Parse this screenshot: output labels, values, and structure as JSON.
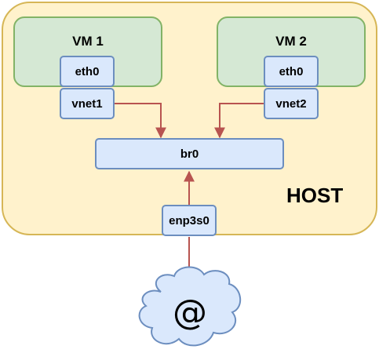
{
  "host": {
    "label": "HOST"
  },
  "vms": [
    {
      "name": "VM 1",
      "guest_nic": "eth0",
      "tap": "vnet1"
    },
    {
      "name": "VM 2",
      "guest_nic": "eth0",
      "tap": "vnet2"
    }
  ],
  "bridge": {
    "label": "br0"
  },
  "physical_nic": {
    "label": "enp3s0"
  },
  "network": {
    "symbol": "@"
  },
  "colors": {
    "host_fill": "#fff2cc",
    "host_stroke": "#d6b656",
    "vm_fill": "#d5e8d4",
    "vm_stroke": "#82b366",
    "nic_fill": "#dae8fc",
    "nic_stroke": "#6c8ebf",
    "arrow": "#b85450"
  }
}
